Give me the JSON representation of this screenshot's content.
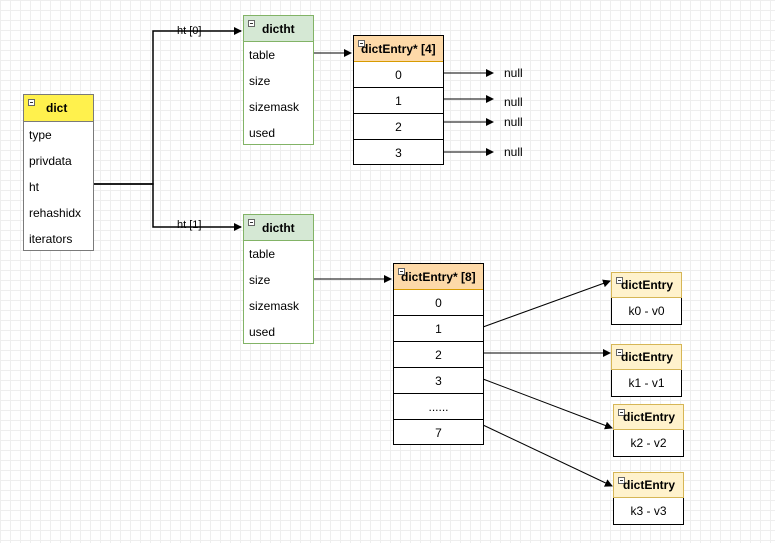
{
  "dict": {
    "title": "dict",
    "fields": [
      "type",
      "privdata",
      "ht",
      "rehashidx",
      "iterators"
    ]
  },
  "links": {
    "ht0": "ht [0]",
    "ht1": "ht [1]"
  },
  "dictht0": {
    "title": "dictht",
    "fields": [
      "table",
      "size",
      "sizemask",
      "used"
    ]
  },
  "dictht1": {
    "title": "dictht",
    "fields": [
      "table",
      "size",
      "sizemask",
      "used"
    ]
  },
  "table0": {
    "title": "dictEntry* [4]",
    "cells": [
      "0",
      "1",
      "2",
      "3"
    ],
    "targets": [
      "null",
      "null",
      "null",
      "null"
    ]
  },
  "table1": {
    "title": "dictEntry* [8]",
    "cells": [
      "0",
      "1",
      "2",
      "3",
      "......",
      "7"
    ]
  },
  "entries": [
    {
      "title": "dictEntry",
      "value": "k0 -  v0"
    },
    {
      "title": "dictEntry",
      "value": "k1 -  v1"
    },
    {
      "title": "dictEntry",
      "value": "k2 -  v2"
    },
    {
      "title": "dictEntry",
      "value": "k3 -  v3"
    }
  ]
}
